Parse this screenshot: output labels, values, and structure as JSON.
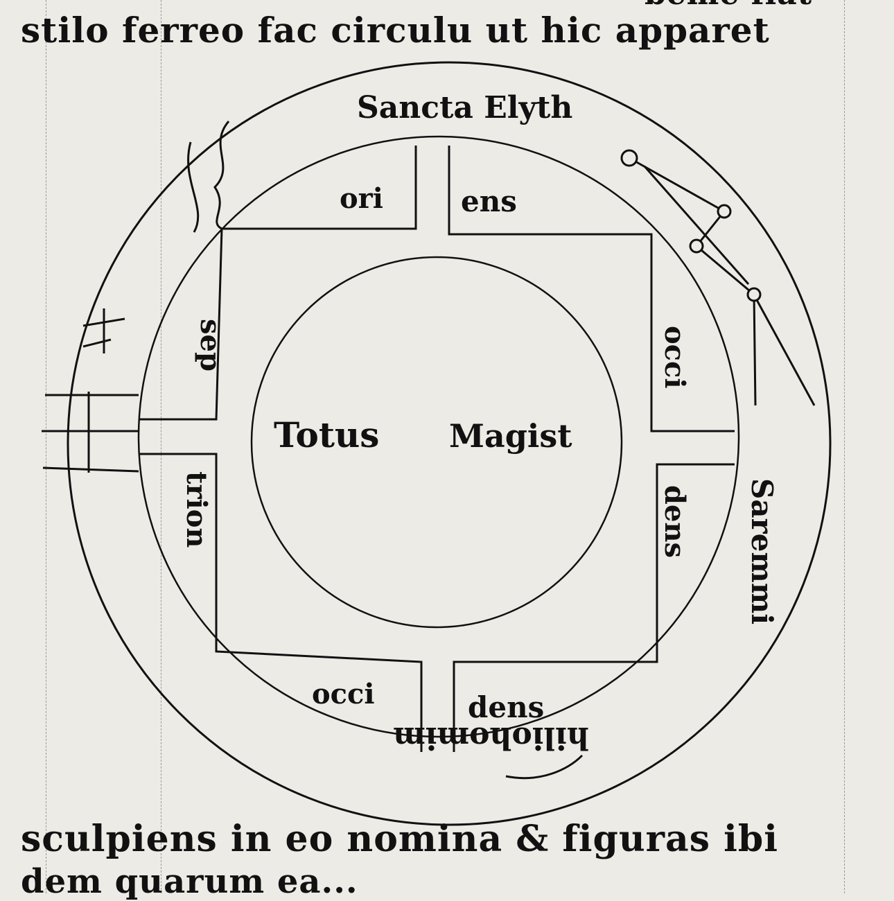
{
  "text": {
    "top_partial": "beme fiat",
    "top_line": "stilo ferreo fac circulu ut hic apparet",
    "bottom_line": "sculpiens in eo nomina & figuras ibi",
    "bottom_partial": "dem quarum ea..."
  },
  "diagram": {
    "outer_top": "Sancta Elyth",
    "outer_right": "Saremmi",
    "outer_bottom": "hiliohomim",
    "center_left": "Totus",
    "center_right": "Magist",
    "box_top_left": "ori",
    "box_top_right": "ens",
    "box_right_top": "occi",
    "box_right_bottom": "dens",
    "box_bottom_right": "dens",
    "box_bottom_left": "occi",
    "box_left_top": "sep",
    "box_left_bottom": "trion"
  }
}
